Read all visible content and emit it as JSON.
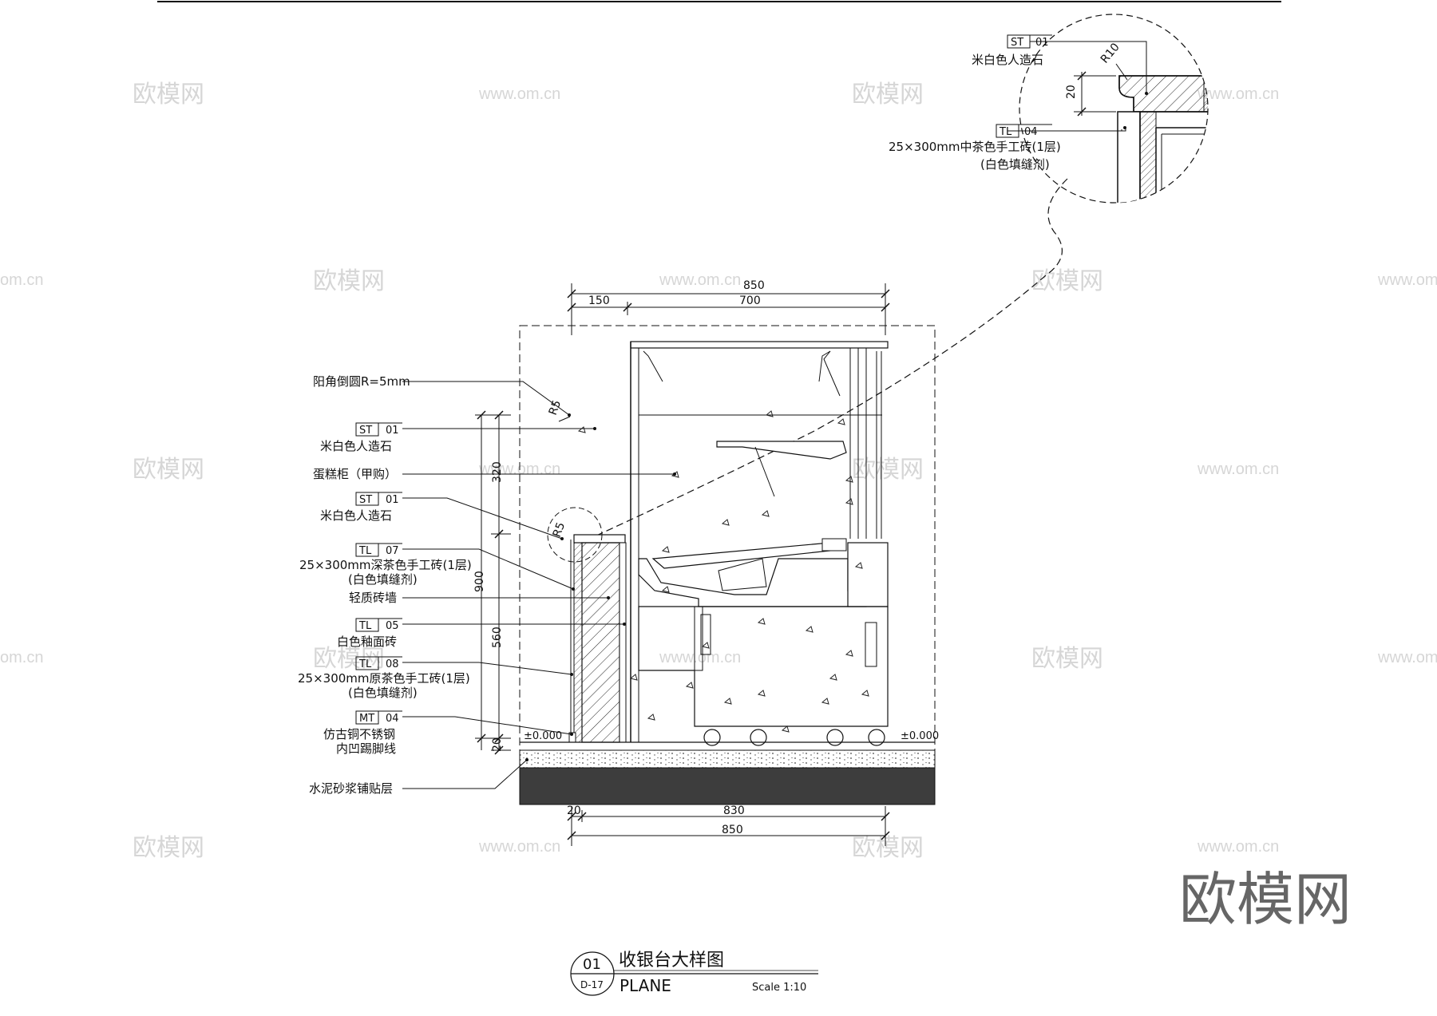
{
  "title": {
    "number": "01",
    "sheet": "D-17",
    "cn": "收银台大样图",
    "en": "PLANE",
    "scale": "Scale 1:10"
  },
  "detail": {
    "callouts": [
      {
        "code_left": "ST",
        "code_right": "01",
        "text": "米白色人造石"
      },
      {
        "code_left": "TL",
        "code_right": "04",
        "text": "25×300mm中茶色手工砖(1层)",
        "text2": "(白色填缝剂)"
      }
    ],
    "radius_label": "R10",
    "dim_20": "20"
  },
  "main_callouts": [
    {
      "text": "阳角倒圆R=5mm"
    },
    {
      "code_left": "ST",
      "code_right": "01",
      "text": "米白色人造石"
    },
    {
      "text": "蛋糕柜（甲购）"
    },
    {
      "code_left": "ST",
      "code_right": "01",
      "text": "米白色人造石"
    },
    {
      "code_left": "TL",
      "code_right": "07",
      "text": "25×300mm深茶色手工砖(1层)",
      "text2": "(白色填缝剂)"
    },
    {
      "text": "轻质砖墙"
    },
    {
      "code_left": "TL",
      "code_right": "05",
      "text": "白色釉面砖"
    },
    {
      "code_left": "TL",
      "code_right": "08",
      "text": "25×300mm原茶色手工砖(1层)",
      "text2": "(白色填缝剂)"
    },
    {
      "code_left": "MT",
      "code_right": "04",
      "text": "仿古铜不锈钢",
      "text2": "内凹踢脚线"
    },
    {
      "text": "水泥砂浆铺贴层"
    }
  ],
  "dimensions": {
    "top_total": "850",
    "top_a": "150",
    "top_b": "700",
    "bottom_a": "20",
    "bottom_b": "830",
    "bottom_total": "850",
    "left_320": "320",
    "left_900": "900",
    "left_560": "560",
    "left_20": "20",
    "r5_top": "R5",
    "r5_bottom": "R5",
    "level_left": "±0.000",
    "level_right": "±0.000"
  },
  "watermarks": {
    "cn": "欧模网",
    "url": "www.om.cn",
    "url_partial": "om.cn",
    "url_partial_right": "www.om",
    "big": "欧模网"
  },
  "colors": {
    "line": "#111111",
    "base_slab": "#3d3d3d",
    "watermark": "#d6d6d6"
  }
}
